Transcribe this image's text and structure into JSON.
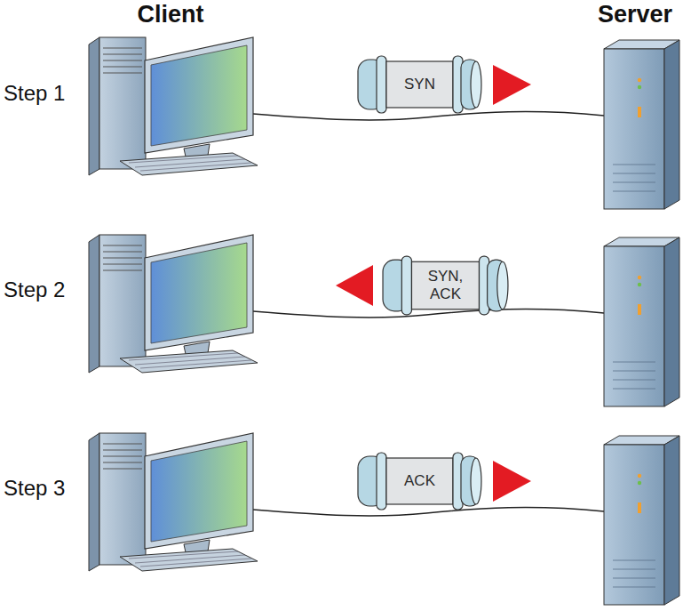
{
  "diagram": {
    "nodes": [
      {
        "text": [
          "SYN"
        ]
      },
      {
        "text": [
          "SYN, ACK"
        ]
      },
      {
        "text": [
          "ACK"
        ]
      }
    ],
    "labels": [
      "Client",
      "Server",
      "Step 1",
      "Step 2",
      "Step 3"
    ]
  }
}
